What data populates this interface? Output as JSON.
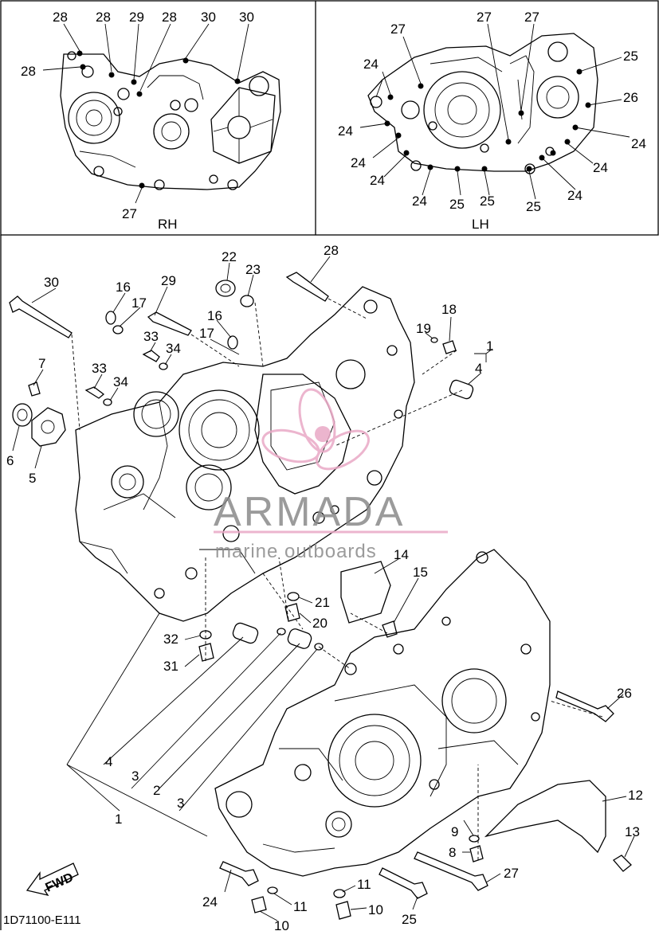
{
  "panels": {
    "rh": {
      "title": "RH",
      "labels": [
        "28",
        "28",
        "29",
        "28",
        "30",
        "30",
        "28",
        "27"
      ]
    },
    "lh": {
      "title": "LH",
      "labels": [
        "27",
        "27",
        "27",
        "25",
        "26",
        "24",
        "24",
        "24",
        "24",
        "24",
        "24",
        "24",
        "25",
        "25",
        "25",
        "24",
        "24"
      ]
    }
  },
  "callouts": [
    "30",
    "16",
    "17",
    "29",
    "22",
    "23",
    "28",
    "16",
    "17",
    "33",
    "34",
    "33",
    "34",
    "7",
    "6",
    "5",
    "18",
    "19",
    "1",
    "4",
    "14",
    "15",
    "21",
    "20",
    "32",
    "31",
    "4",
    "3",
    "2",
    "3",
    "1",
    "26",
    "12",
    "9",
    "8",
    "13",
    "27",
    "24",
    "11",
    "11",
    "10",
    "10",
    "25"
  ],
  "watermark": {
    "brand": "ARMADA",
    "tagline": "marine outboards",
    "brand_color": "#e9a9c6",
    "text_color": "#8a8a8a"
  },
  "fwd_label": "FWD",
  "diagram_code": "1D71100-E111"
}
